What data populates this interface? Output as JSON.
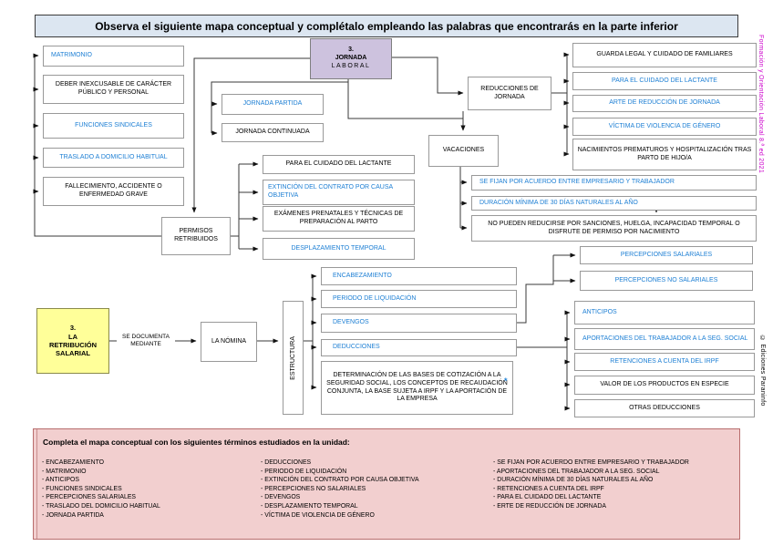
{
  "page": {
    "title": "Observa el siguiente mapa conceptual y complétalo empleando las palabras que encontrarás en la parte inferior"
  },
  "margin": {
    "edition_text": "Formación y Orientación Laboral 8.ª ed 2021",
    "publisher_text": "© Ediciones Paraninfo"
  },
  "map": {
    "permit_causes": [
      "MATRIMONIO",
      "DEBER INEXCUSABLE DE CARÁCTER PÚBLICO Y PERSONAL",
      "FUNCIONES SINDICALES",
      "TRASLADO A DOMICILIO HABITUAL",
      "FALLECIMIENTO, ACCIDENTE O ENFERMEDAD GRAVE"
    ],
    "jornada_laboral": {
      "number": "3.",
      "line1": "JORNADA",
      "line2": "LABORAL"
    },
    "jornada_types": [
      "JORNADA PARTIDA",
      "JORNADA CONTINUADA"
    ],
    "permisos_retribuidos": "PERMISOS RETRIBUIDOS",
    "permisos_children": [
      "PARA EL CUIDADO DEL LACTANTE",
      "EXTINCIÓN DEL CONTRATO POR CAUSA OBJETIVA",
      "EXÁMENES PRENATALES Y TÉCNICAS DE PREPARACIÓN AL PARTO",
      "DESPLAZAMIENTO TEMPORAL"
    ],
    "reducciones_de_jornada": "REDUCCIONES DE JORNADA",
    "reducciones_children": [
      "GUARDA LEGAL Y CUIDADO DE FAMILIARES",
      "PARA EL CUIDADO DEL LACTANTE",
      "ARTE DE REDUCCIÓN DE JORNADA",
      "VÍCTIMA DE VIOLENCIA DE GÉNERO",
      "NACIMIENTOS PREMATUROS Y HOSPITALIZACIÓN TRAS PARTO DE HIJO/A"
    ],
    "vacaciones": "VACACIONES",
    "vacaciones_children": [
      "SE FIJAN POR ACUERDO ENTRE EMPRESARIO Y TRABAJADOR",
      "DURACIÓN MÍNIMA DE 30 DÍAS NATURALES AL AÑO",
      "NO PUEDEN REDUCIRSE POR SANCIONES, HUELGA, INCAPACIDAD TEMPORAL O DISFRUTE DE PERMISO POR NACIMIENTO"
    ],
    "retribucion_salarial": {
      "number": "3.",
      "line1": "LA",
      "line2": "RETRIBUCIÓN",
      "line3": "SALARIAL"
    },
    "se_documenta": "SE DOCUMENTA MEDIANTE",
    "la_nomina": "LA NÓMINA",
    "estructura": "ESTRUCTURA",
    "estructura_children": [
      "ENCABEZAMIENTO",
      "PERIODO DE LIQUIDACIÓN",
      "DEVENGOS",
      "DEDUCCIONES",
      "DETERMINACIÓN DE LAS BASES DE COTIZACIÓN A LA SEGURIDAD SOCIAL, LOS CONCEPTOS DE RECAUDACIÓN CONJUNTA, LA BASE SUJETA A IRPF Y LA APORTACIÓN DE LA EMPRESA"
    ],
    "asterisk": "*",
    "devengos_children": [
      "PERCEPCIONES SALARIALES",
      "PERCEPCIONES NO SALARIALES"
    ],
    "deducciones_children": [
      "ANTICIPOS",
      "APORTACIONES DEL TRABAJADOR A LA SEG. SOCIAL",
      "RETENCIONES A CUENTA DEL IRPF",
      "VALOR DE LOS PRODUCTOS EN ESPECIE",
      "OTRAS DEDUCCIONES"
    ]
  },
  "word_bank": {
    "title": "Completa el mapa conceptual con los siguientes términos estudiados en la unidad:",
    "col1": [
      "ENCABEZAMIENTO",
      "MATRIMONIO",
      "ANTICIPOS",
      "FUNCIONES SINDICALES",
      "PERCEPCIONES SALARIALES",
      "TRASLADO DEL DOMICILIO HABITUAL",
      "JORNADA PARTIDA"
    ],
    "col2": [
      "DEDUCCIONES",
      "PERIODO DE LIQUIDACIÓN",
      "EXTINCIÓN DEL CONTRATO POR CAUSA OBJETIVA",
      "PERCEPCIONES NO SALARIALES",
      "DEVENGOS",
      "DESPLAZAMIENTO TEMPORAL",
      "VÍCTIMA DE VIOLENCIA DE GÉNERO"
    ],
    "col3": [
      "SE FIJAN POR ACUERDO ENTRE EMPRESARIO Y TRABAJADOR",
      "APORTACIONES DEL TRABAJADOR A LA SEG. SOCIAL",
      "DURACIÓN MÍNIMA DE 30 DÍAS NATURALES AL AÑO",
      "RETENCIONES A CUENTA DEL IRPF",
      "PARA EL CUIDADO DEL LACTANTE",
      "ERTE DE REDUCCIÓN DE JORNADA"
    ]
  },
  "colors": {
    "accent_blue": "#1d7fd4",
    "header_fill": "#dce6f1",
    "jornada_fill": "#cdc2de",
    "retribucion_fill": "#ffff99",
    "word_bank_fill": "#f2cfcf",
    "word_bank_border": "#b86e6e",
    "edition_magenta": "#cc00cc",
    "connector": "#3a3a3a"
  }
}
